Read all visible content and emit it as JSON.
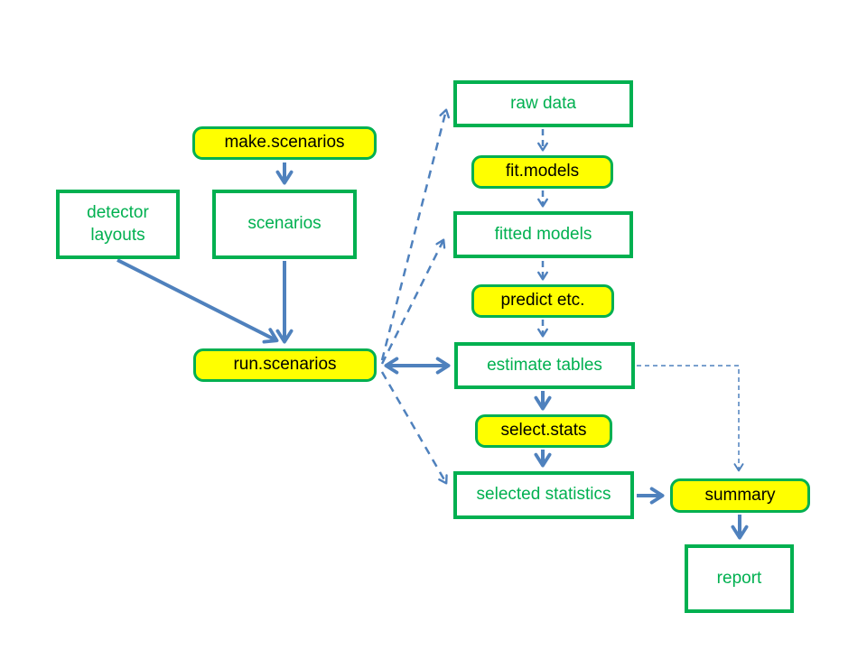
{
  "diagram": {
    "nodes": {
      "make_scenarios": {
        "label": "make.scenarios",
        "kind": "function"
      },
      "detector_layouts": {
        "label": "detector layouts",
        "kind": "data"
      },
      "scenarios": {
        "label": "scenarios",
        "kind": "data"
      },
      "run_scenarios": {
        "label": "run.scenarios",
        "kind": "function"
      },
      "raw_data": {
        "label": "raw data",
        "kind": "data"
      },
      "fit_models": {
        "label": "fit.models",
        "kind": "function"
      },
      "fitted_models": {
        "label": "fitted models",
        "kind": "data"
      },
      "predict_etc": {
        "label": "predict etc.",
        "kind": "function"
      },
      "estimate_tables": {
        "label": "estimate tables",
        "kind": "data"
      },
      "select_stats": {
        "label": "select.stats",
        "kind": "function"
      },
      "selected_statistics": {
        "label": "selected statistics",
        "kind": "data"
      },
      "summary": {
        "label": "summary",
        "kind": "function"
      },
      "report": {
        "label": "report",
        "kind": "data"
      }
    },
    "edges": [
      {
        "from": "make_scenarios",
        "to": "scenarios",
        "style": "solid"
      },
      {
        "from": "scenarios",
        "to": "run_scenarios",
        "style": "solid"
      },
      {
        "from": "detector_layouts",
        "to": "run_scenarios",
        "style": "solid"
      },
      {
        "from": "run_scenarios",
        "to": "estimate_tables",
        "style": "solid-double-headed"
      },
      {
        "from": "run_scenarios",
        "to": "raw_data",
        "style": "dashed"
      },
      {
        "from": "run_scenarios",
        "to": "fitted_models",
        "style": "dashed"
      },
      {
        "from": "run_scenarios",
        "to": "selected_statistics",
        "style": "dashed"
      },
      {
        "from": "raw_data",
        "to": "fit_models",
        "style": "dashed"
      },
      {
        "from": "fit_models",
        "to": "fitted_models",
        "style": "dashed"
      },
      {
        "from": "fitted_models",
        "to": "predict_etc",
        "style": "dashed"
      },
      {
        "from": "predict_etc",
        "to": "estimate_tables",
        "style": "dashed"
      },
      {
        "from": "estimate_tables",
        "to": "select_stats",
        "style": "solid"
      },
      {
        "from": "select_stats",
        "to": "selected_statistics",
        "style": "solid"
      },
      {
        "from": "selected_statistics",
        "to": "summary",
        "style": "solid"
      },
      {
        "from": "estimate_tables",
        "to": "summary",
        "style": "dashed-elbow"
      },
      {
        "from": "summary",
        "to": "report",
        "style": "solid"
      }
    ],
    "colors": {
      "green": "#00B050",
      "yellow": "#FFFF00",
      "blue": "#4F81BD",
      "background": "#FFFFFF",
      "function_text": "#000000"
    }
  }
}
